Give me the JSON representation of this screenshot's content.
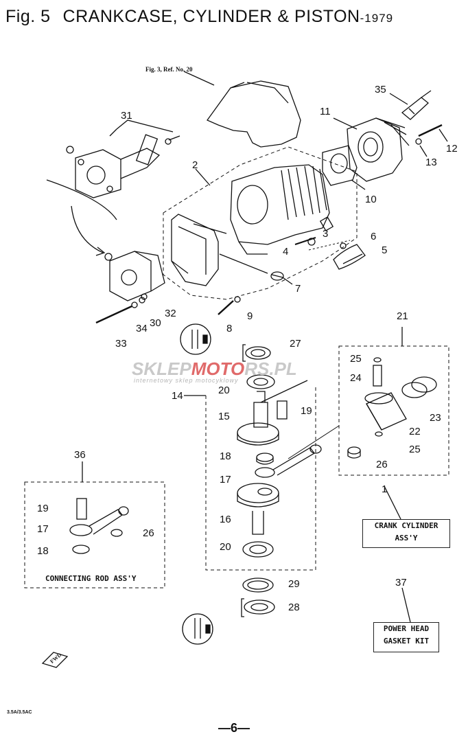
{
  "title": {
    "fig": "Fig. 5",
    "name": "CRANKCASE, CYLINDER & PISTON",
    "year": "-1979"
  },
  "reference_note": "Fig. 3, Ref. No. 20",
  "callouts": {
    "c35": "35",
    "c11": "11",
    "c12": "12",
    "c13": "13",
    "c10": "10",
    "c31": "31",
    "c2": "2",
    "c3": "3",
    "c6": "6",
    "c5": "5",
    "c4": "4",
    "c7": "7",
    "c32": "32",
    "c30": "30",
    "c34": "34",
    "c33": "33",
    "c8": "8",
    "c9": "9",
    "c27": "27",
    "c21": "21",
    "c20a": "20",
    "c14": "14",
    "c15": "15",
    "c19a": "19",
    "c25a": "25",
    "c24": "24",
    "c23": "23",
    "c22": "22",
    "c25b": "25",
    "c26a": "26",
    "c18a": "18",
    "c17a": "17",
    "c16": "16",
    "c20b": "20",
    "c29": "29",
    "c28": "28",
    "c36": "36",
    "c19b": "19",
    "c17b": "17",
    "c26b": "26",
    "c18b": "18",
    "c1": "1",
    "c37": "37"
  },
  "boxes": {
    "crank_cylinder": [
      "CRANK CYLINDER",
      "ASS'Y"
    ],
    "power_head": [
      "POWER HEAD",
      "GASKET KIT"
    ],
    "connecting_rod": "CONNECTING ROD ASS'Y"
  },
  "fwd_label": "FWD",
  "watermark": {
    "left": "SKLEP",
    "mid": "MOTO",
    "right": "RS.PL",
    "sub": "internetowy sklep motocyklowy"
  },
  "model": "3.5A/3.5AC",
  "page": "—6—"
}
